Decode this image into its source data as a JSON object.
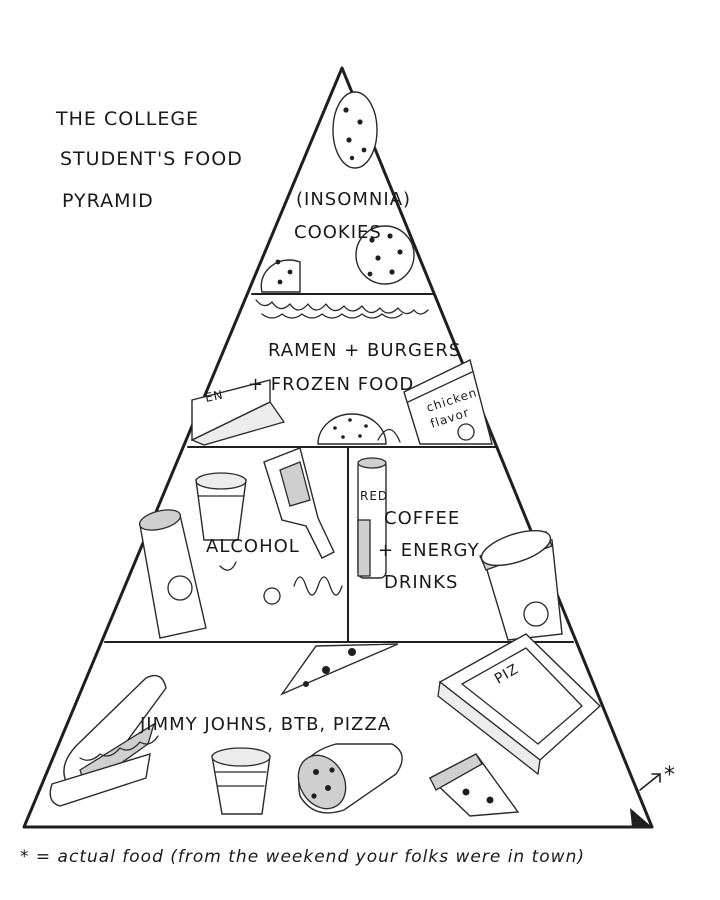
{
  "title": {
    "line1": "THE COLLEGE",
    "line2": "STUDENT'S FOOD",
    "line3": "PYRAMID"
  },
  "tiers": {
    "top": {
      "line1": "(INSOMNIA)",
      "line2": "COOKIES"
    },
    "second": {
      "line1": "RAMEN + BURGERS",
      "line2": "+ FROZEN FOOD"
    },
    "third_left": {
      "label": "ALCOHOL"
    },
    "third_right": {
      "line1": "COFFEE",
      "line2": "+ ENERGY",
      "line3": "DRINKS"
    },
    "base": {
      "label": "JIMMY JOHNS, BTB, PIZZA"
    }
  },
  "item_text": {
    "ramen_pack_line1": "chicken",
    "ramen_pack_line2": "flavor",
    "frozen_box": "EN",
    "energy_can": "RED",
    "pizza_box": "PIZ"
  },
  "asterisk": "*",
  "footnote": "* = actual food (from the weekend your folks were in town)"
}
